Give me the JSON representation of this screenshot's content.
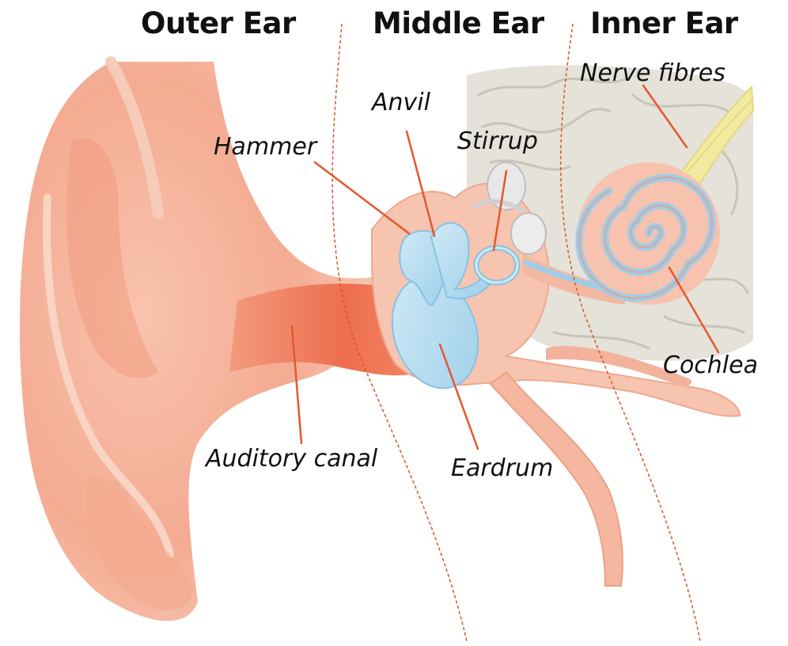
{
  "sections": {
    "outer": "Outer Ear",
    "middle": "Middle Ear",
    "inner": "Inner Ear"
  },
  "labels": {
    "hammer": "Hammer",
    "anvil": "Anvil",
    "stirrup": "Stirrup",
    "nerve_fibres": "Nerve fibres",
    "cochlea": "Cochlea",
    "auditory_canal": "Auditory canal",
    "eardrum": "Eardrum"
  },
  "colors": {
    "skin": "#f6b9a2",
    "skin_light": "#fbd8ca",
    "skin_dark": "#ec8f70",
    "canal": "#ee7052",
    "ossicle_blue": "#aed9ef",
    "ossicle_edge": "#7fbfe0",
    "brain": "#e3e1d8",
    "brain_line": "#c9c6ba",
    "nerve": "#f0e8a6",
    "leader_line": "#e4572e",
    "divider": "#d9532a"
  }
}
